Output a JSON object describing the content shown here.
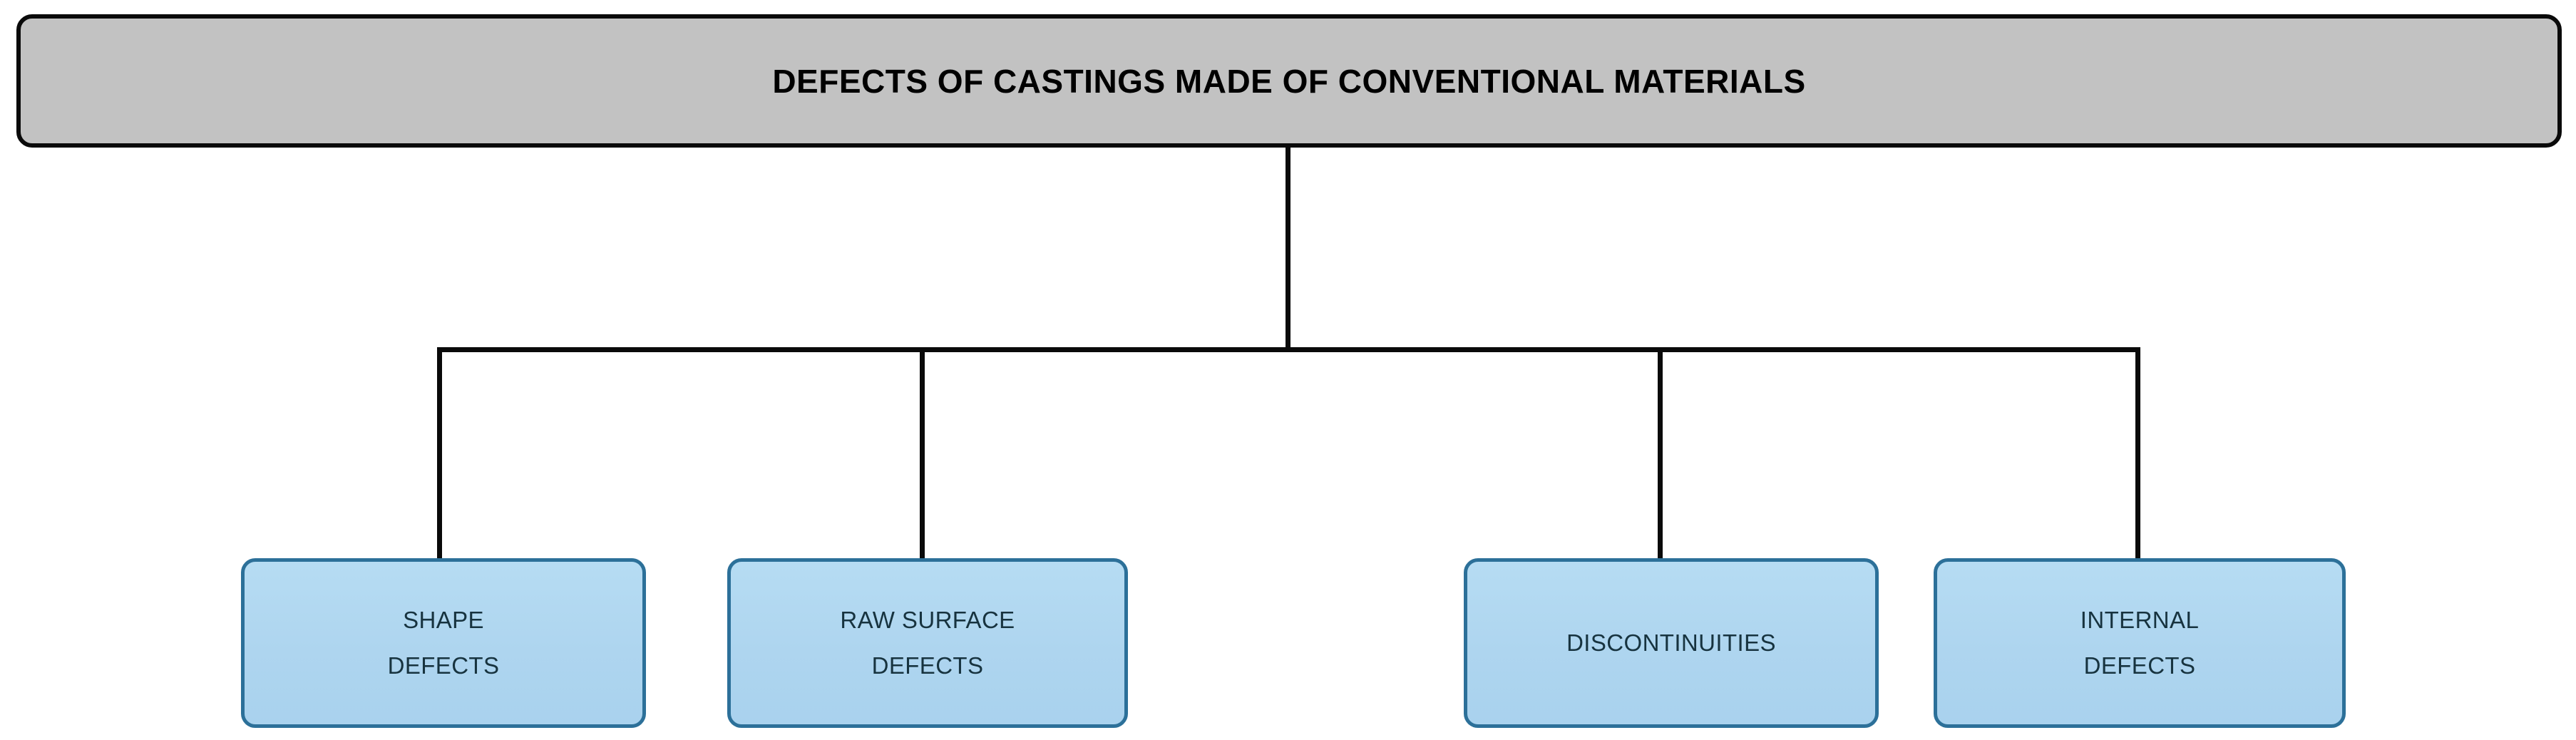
{
  "diagram": {
    "title": "DEFECTS OF CASTINGS MADE OF CONVENTIONAL MATERIALS",
    "type": "hierarchy-tree",
    "colors": {
      "root_fill": "#c2c2c2",
      "root_border": "#0a0a0a",
      "leaf_fill": "#aed5ef",
      "leaf_border": "#2c7099",
      "connector": "#0a0a0a",
      "root_text": "#000000",
      "leaf_text": "#17333f",
      "background": "#ffffff"
    },
    "root": {
      "label": "DEFECTS OF CASTINGS MADE OF CONVENTIONAL MATERIALS"
    },
    "children": [
      {
        "id": "shape-defects",
        "line1": "SHAPE",
        "line2": "DEFECTS",
        "full_label": "SHAPE DEFECTS"
      },
      {
        "id": "raw-surface-defects",
        "line1": "RAW SURFACE",
        "line2": "DEFECTS",
        "full_label": "RAW SURFACE DEFECTS"
      },
      {
        "id": "discontinuities",
        "line1": "DISCONTINUITIES",
        "line2": "",
        "full_label": "DISCONTINUITIES"
      },
      {
        "id": "internal-defects",
        "line1": "INTERNAL",
        "line2": "DEFECTS",
        "full_label": "INTERNAL DEFECTS"
      }
    ]
  }
}
